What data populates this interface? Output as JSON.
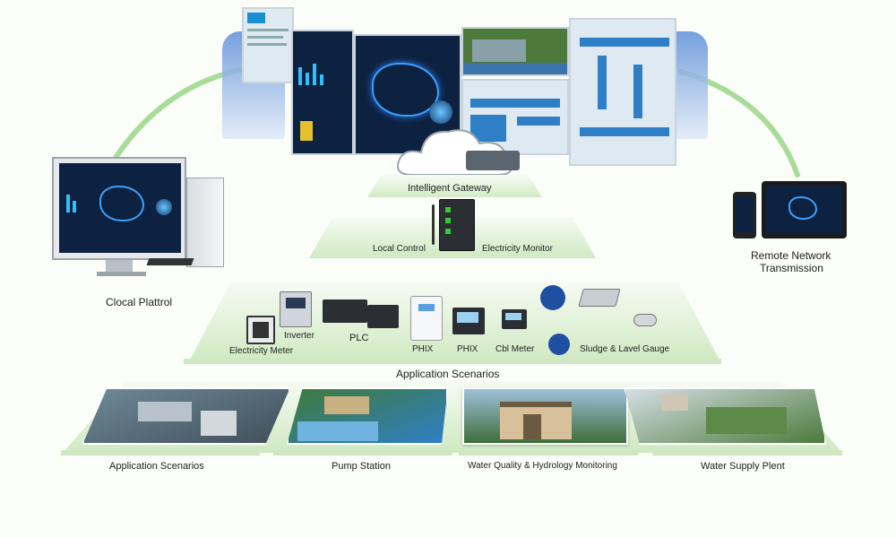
{
  "tiers": {
    "gateway": "Intelligent Gateway",
    "local_control": "Local Control",
    "electricity_monitor": "Electricity Monitor",
    "application_header": "Application Scenarios"
  },
  "sides": {
    "left_platform": "Clocal Plattrol",
    "remote_line1": "Remote Network",
    "remote_line2": "Transmission"
  },
  "devices": [
    {
      "label": "Electricity Meter"
    },
    {
      "label": "Inverter"
    },
    {
      "label": "PLC"
    },
    {
      "label": "PHIX"
    },
    {
      "label": "PHIX"
    },
    {
      "label": "Cbl Meter"
    },
    {
      "label": "Sludge & Lavel Gauge"
    }
  ],
  "scenarios": [
    {
      "label": "Application Scenarios"
    },
    {
      "label": "Pump Station"
    },
    {
      "label": "Water Quality & Hydrology Monitoring"
    },
    {
      "label": "Water Supply Plent"
    }
  ],
  "colors": {
    "accent_green": "#9fd48a",
    "screen_blue": "#0d2240",
    "water_blue": "#2f7fc7"
  }
}
